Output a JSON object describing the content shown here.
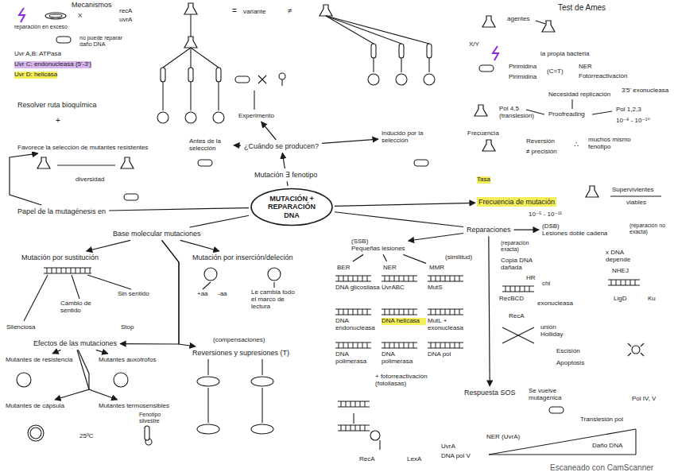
{
  "diagram": {
    "nodes": [
      {
        "text": [
          "MUTACIÓN + REPARACIÓN DNA"
        ]
      },
      {
        "text": [
          "Mutación ∃ fenotipo"
        ]
      },
      {
        "text": [
          "¿Cuándo se producen?"
        ]
      },
      {
        "text": [
          "Antes de la selección"
        ]
      },
      {
        "text": [
          "Inducido por la selección"
        ]
      },
      {
        "text": [
          "Experimento"
        ]
      },
      {
        "text": [
          "Papel de la mutagénesis en"
        ]
      },
      {
        "text": [
          "Favorece la selección de mutantes resistentes"
        ]
      },
      {
        "text": [
          "Resolver ruta bioquímica"
        ]
      },
      {
        "text": [
          "Base molecular mutaciones"
        ]
      },
      {
        "text": [
          "Mutación por sustitución"
        ]
      },
      {
        "text": [
          "Mutación por inserción/deleción"
        ]
      },
      {
        "text": [
          "Efectos de las mutaciones"
        ]
      },
      {
        "text": [
          "Reversiones y supresiones (T)"
        ]
      },
      {
        "text": [
          "Mutantes de resistencia"
        ]
      },
      {
        "text": [
          "Mutantes auxotrofos"
        ]
      },
      {
        "text": [
          "Mutantes de cápsula"
        ]
      },
      {
        "text": [
          "Mutantes termosensibles"
        ]
      },
      {
        "text": [
          "Frecuencia de mutación"
        ]
      },
      {
        "text": [
          "Reparaciones"
        ]
      },
      {
        "text": [
          "(SSB)",
          "Pequeñas lesiones"
        ]
      },
      {
        "text": [
          "BER"
        ]
      },
      {
        "text": [
          "NER"
        ]
      },
      {
        "text": [
          "MMR"
        ]
      },
      {
        "text": [
          "(DSB)",
          "Lesiones doble cadena"
        ]
      },
      {
        "text": [
          "Respuesta SOS"
        ]
      },
      {
        "text": [
          "Test de Ames"
        ]
      }
    ],
    "edges": [
      {
        "from": 0,
        "to": 1,
        "arrow": "none"
      },
      {
        "from": 1,
        "to": 2,
        "arrow": "to"
      },
      {
        "from": 2,
        "to": 3,
        "arrow": "to"
      },
      {
        "from": 2,
        "to": 4,
        "arrow": "to"
      },
      {
        "from": 2,
        "to": 5,
        "arrow": "to"
      },
      {
        "from": 0,
        "to": 6,
        "arrow": "none"
      },
      {
        "from": 6,
        "to": 7,
        "arrow": "to"
      },
      {
        "from": 0,
        "to": 9,
        "arrow": "none"
      },
      {
        "from": 9,
        "to": 10,
        "arrow": "to"
      },
      {
        "from": 9,
        "to": 11,
        "arrow": "to"
      },
      {
        "from": 9,
        "to": 12,
        "arrow": "to"
      },
      {
        "from": 9,
        "to": 13,
        "arrow": "to"
      },
      {
        "from": 12,
        "to": 14,
        "arrow": "to"
      },
      {
        "from": 12,
        "to": 15,
        "arrow": "to"
      },
      {
        "from": 12,
        "to": 16,
        "arrow": "to"
      },
      {
        "from": 12,
        "to": 17,
        "arrow": "to"
      },
      {
        "from": 0,
        "to": 18,
        "arrow": "to"
      },
      {
        "from": 0,
        "to": 19,
        "arrow": "none"
      },
      {
        "from": 19,
        "to": 20,
        "arrow": "to"
      },
      {
        "from": 19,
        "to": 24,
        "arrow": "to"
      },
      {
        "from": 19,
        "to": 25,
        "arrow": "to"
      },
      {
        "from": 20,
        "to": 21,
        "arrow": "none"
      },
      {
        "from": 20,
        "to": 22,
        "arrow": "none"
      },
      {
        "from": 20,
        "to": 23,
        "arrow": "none"
      }
    ],
    "labels": [
      "Mecanismos",
      "reparación en exceso",
      "X",
      "recA",
      "uvrA",
      "no puede reparar daño DNA",
      "Uvr A,B: ATPasa",
      "Uvr C: endonucleasa (5'-3')",
      "Uvr D: helicasa",
      "+",
      "diversidad",
      "=",
      "variante",
      "≠",
      "agentes",
      "X/Y",
      "la propia bacteria",
      "Pirimidina",
      "Pirimidina",
      "(C=T)",
      "NER",
      "Fotorreactivación",
      "Necesidad replicación",
      "3'5' exonucleasa",
      "Pol 4,5 (translesión)",
      "Proofreading",
      "Pol 1,2,3",
      "10⁻⁸ - 10⁻¹⁰",
      "Frecuencia",
      "Reversión",
      "≠ precisión",
      "∴",
      "muchos mismo fenotipo",
      "Tasa",
      "Supervivientes",
      "viables",
      "10⁻⁵ - 10⁻¹¹",
      "Silenciosa",
      "Cambio de sentido",
      "Sin sentido",
      "Stop",
      "+aa",
      "-aa",
      "Le cambia todo el marco de lectura",
      "(compensaciones)",
      "Fenotipo silvestre",
      "25ºC",
      "(similitud)",
      "DNA glicosilasa",
      "DNA endonucleasa",
      "DNA polimerasa",
      "UvrABC",
      "DNA helicasa",
      "DNA polimerasa",
      "MutS",
      "MutL + exonucleasa",
      "DNA pol",
      "+ fotorreactivación (fotoliasas)",
      "(reparación exacta)",
      "Copia DNA dañada",
      "HR",
      "chi",
      "RecBCD",
      "exonucleasa",
      "RecA",
      "unión Holliday",
      "Escisión",
      "Apoptosis",
      "(reparación no exacta)",
      "x DNA depende",
      "NHEJ",
      "LigD",
      "Ku",
      "Se vuelve mutagénica",
      "Pol IV, V",
      "Translesión pol",
      "NER (UvrA)",
      "Daño DNA",
      "RecA",
      "LexA",
      "UvrA",
      "DNA pol V",
      "Escaneado con CamScanner"
    ]
  }
}
